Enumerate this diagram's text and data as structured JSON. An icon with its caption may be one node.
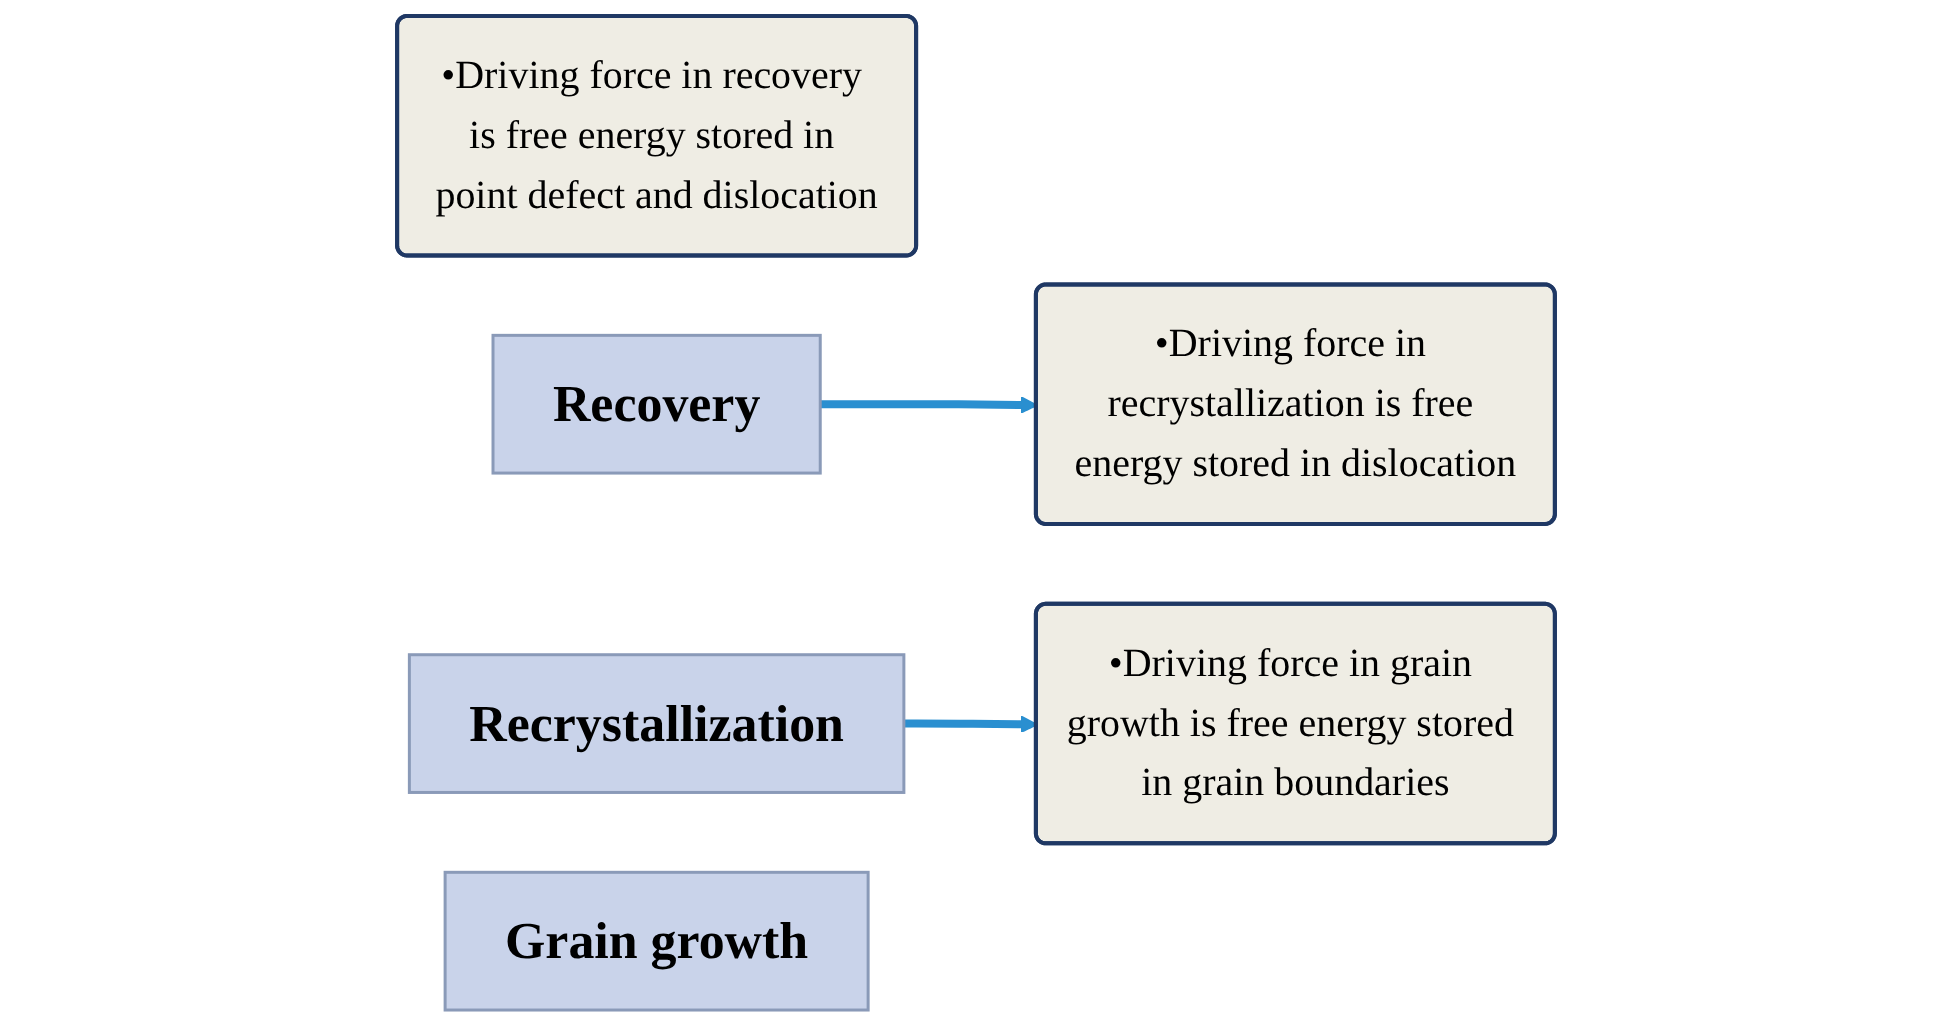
{
  "diagram": {
    "nodes": [
      {
        "text": [
          "•Driving force in recovery is free energy stored in point defect and dislocation"
        ]
      },
      {
        "text": [
          "Recovery"
        ]
      },
      {
        "text": [
          "Recrystallization"
        ]
      },
      {
        "text": [
          "•Driving force in recrystallization is free energy stored in dislocation"
        ]
      },
      {
        "text": [
          "•Driving force in grain growth is free energy stored in grain boundaries"
        ]
      },
      {
        "text": [
          "Grain growth"
        ]
      }
    ],
    "edges": [
      {
        "from": 1,
        "to": 3,
        "arrow": "to"
      },
      {
        "from": 2,
        "to": 4,
        "arrow": "to"
      }
    ]
  }
}
